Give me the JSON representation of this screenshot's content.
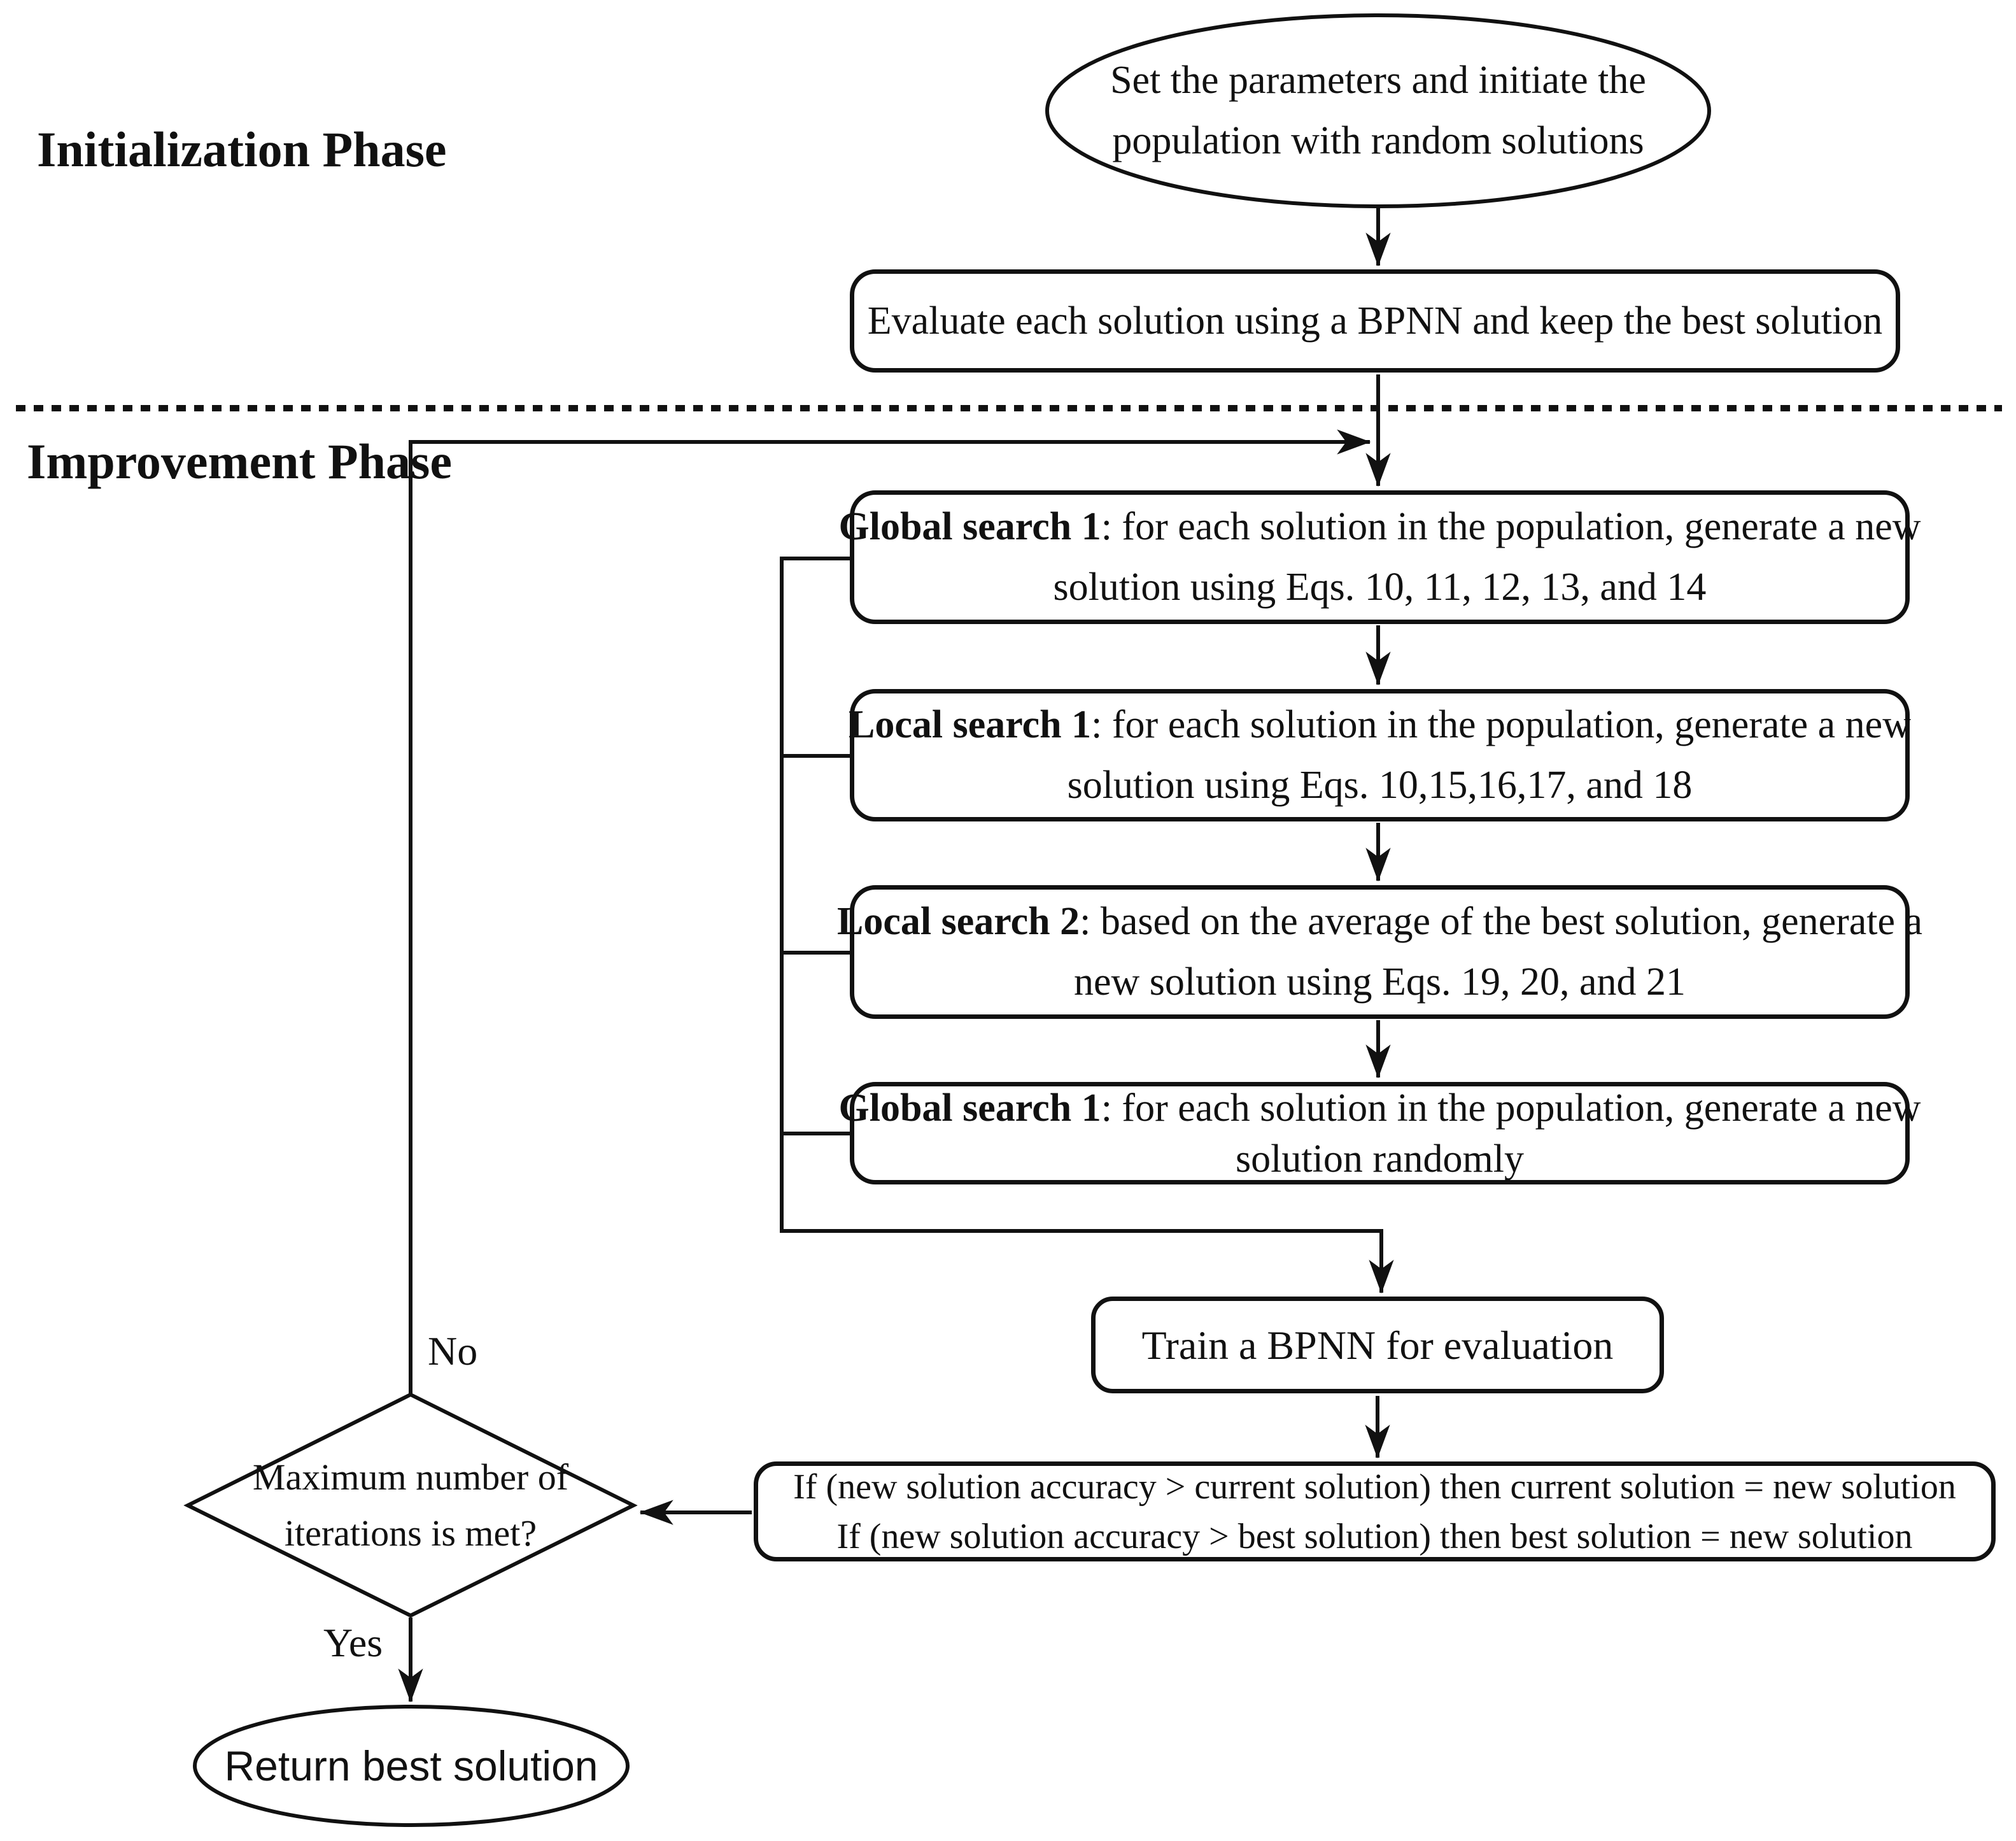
{
  "page": {
    "background_color": "#ffffff",
    "ink_color": "#111111"
  },
  "labels": {
    "init_phase": "Initialization Phase",
    "improve_phase": "Improvement Phase",
    "no": "No",
    "yes": "Yes"
  },
  "nodes": {
    "start": {
      "shape": "ellipse",
      "line1": "Set the parameters and initiate the",
      "line2": "population with random solutions"
    },
    "evaluate": {
      "shape": "rounded-rect",
      "text": "Evaluate each solution using a BPNN and keep the best solution"
    },
    "global_search_1": {
      "shape": "rounded-rect",
      "line1_bold": "Global search 1",
      "line1_rest": ": for each solution in the population, generate a new",
      "line2": "solution using Eqs. 10, 11, 12, 13, and 14"
    },
    "local_search_1": {
      "shape": "rounded-rect",
      "line1_bold": "Local search 1",
      "line1_rest": ": for each solution in the population, generate a new",
      "line2": "solution using Eqs. 10,15,16,17, and 18"
    },
    "local_search_2": {
      "shape": "rounded-rect",
      "line1_bold": "Local search 2",
      "line1_rest": ": based on the average of the best solution, generate a",
      "line2": "new solution using Eqs. 19, 20, and 21"
    },
    "global_search_random": {
      "shape": "rounded-rect",
      "line1_bold": "Global search 1",
      "line1_rest": ": for each solution in the population, generate a new",
      "line2": "solution randomly"
    },
    "train": {
      "shape": "rounded-rect",
      "text": "Train a BPNN for evaluation"
    },
    "update_rule": {
      "shape": "rounded-rect",
      "line1": "If (new solution accuracy > current solution) then current solution = new solution",
      "line2": "If (new solution accuracy > best solution) then best solution = new solution"
    },
    "max_iterations": {
      "shape": "diamond",
      "line1": "Maximum number of",
      "line2": "iterations is met?"
    },
    "end": {
      "shape": "ellipse",
      "text": "Return best solution"
    }
  }
}
